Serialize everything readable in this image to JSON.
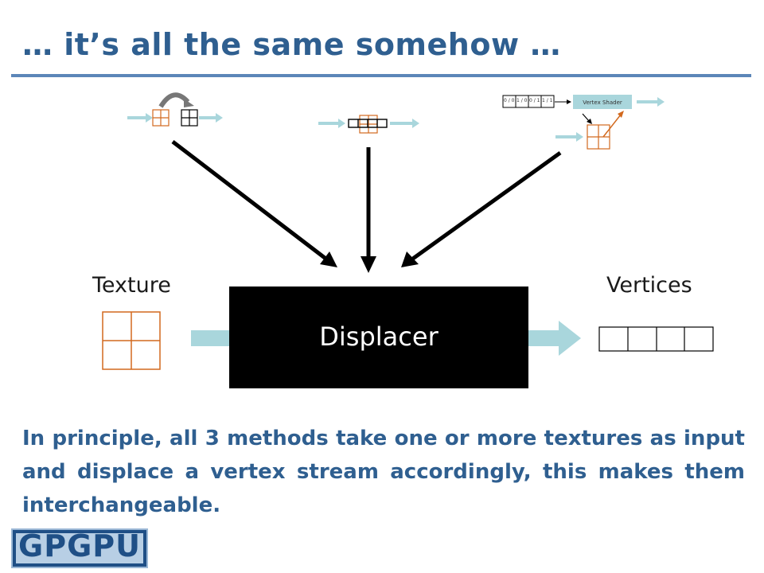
{
  "title": "… it’s all the same somehow …",
  "labels": {
    "texture": "Texture",
    "vertices": "Vertices",
    "displacer": "Displacer"
  },
  "shader_icon": {
    "vertex_shader_label": "Vertex Shader",
    "texcoords": [
      "0 / 0",
      "1 / 0",
      "0 / 1",
      "1 / 1"
    ]
  },
  "body": "In principle, all 3 methods take one or more textures as input and displace a vertex stream accordingly, this makes them interchangeable.",
  "logo": {
    "part1": "GP",
    "part2": "GPU"
  },
  "colors": {
    "title": "#2f5f90",
    "texture_grid": "#d2691e",
    "flow_arrow": "#a9d6dc",
    "displacer_bg": "#000000"
  }
}
